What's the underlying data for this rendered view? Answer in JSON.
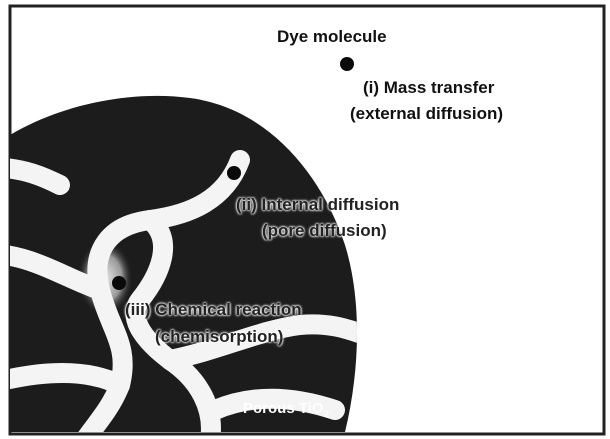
{
  "diagram": {
    "labels": {
      "dye_molecule": "Dye molecule",
      "mass_transfer": "(i) Mass transfer",
      "external_diffusion": "(external diffusion)",
      "internal_diffusion": "(ii) Internal diffusion",
      "pore_diffusion": "(pore diffusion)",
      "chemical_reaction": "(iii) Chemical reaction",
      "chemisorption": "(chemisorption)",
      "porous_prefix": "Porous TiO",
      "porous_subscript": "2"
    },
    "colors": {
      "particle": "#1c1c1c",
      "pore": "#f4f4f4",
      "border": "#222222",
      "molecule": "#0a0a0a",
      "background": "#ffffff"
    }
  }
}
